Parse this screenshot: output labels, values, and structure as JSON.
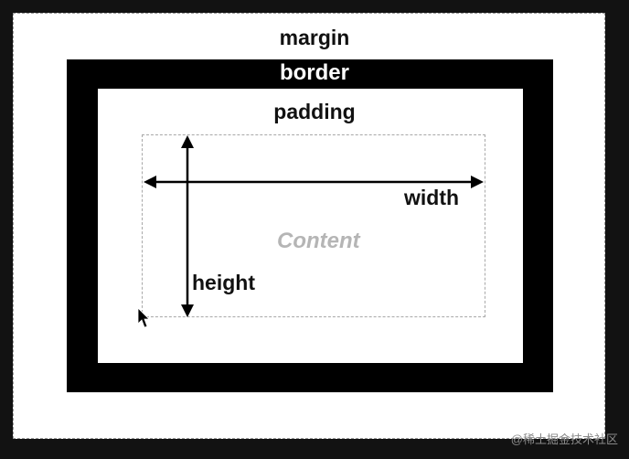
{
  "diagram": {
    "labels": {
      "margin": "margin",
      "border": "border",
      "padding": "padding",
      "content": "Content",
      "width": "width",
      "height": "height"
    },
    "watermark": "@稀土掘金技术社区"
  },
  "colors": {
    "background": "#121212",
    "margin_area": "#ffffff",
    "border_area": "#000000",
    "padding_area": "#ffffff",
    "content_outline": "#a8a8a8",
    "content_text": "#b5b5b5",
    "arrow": "#000000"
  },
  "icons": {
    "cursor": "mouse-pointer-icon"
  }
}
